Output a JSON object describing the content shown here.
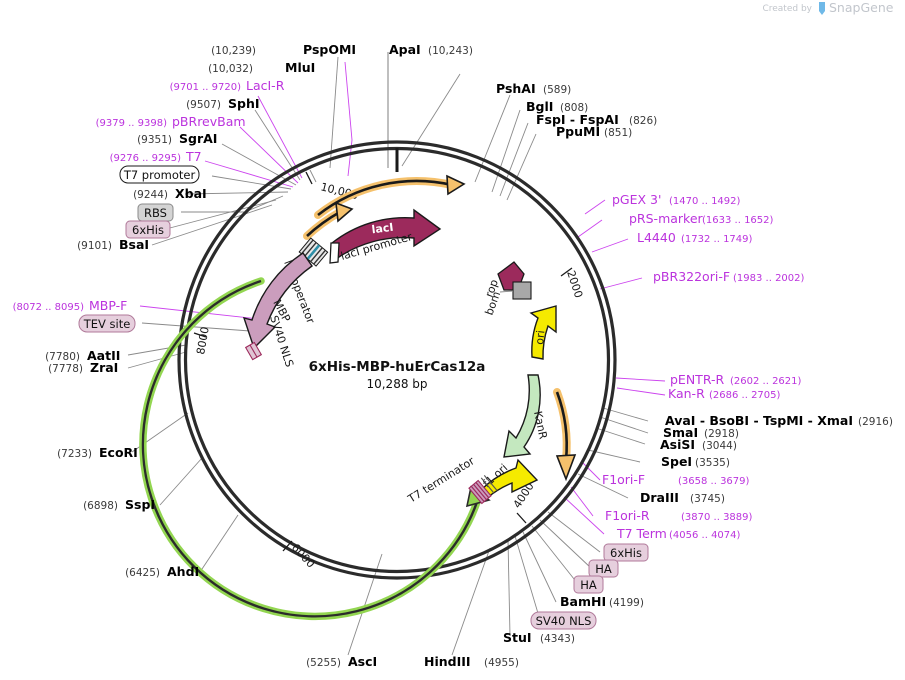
{
  "brand": {
    "created_by": "Created by",
    "name": "SnapGene",
    "logo_icon": "snapgene-logo-icon"
  },
  "plasmid": {
    "name": "6xHis-MBP-huErCas12a",
    "size": "10,288 bp",
    "ruler_ticks": [
      "2000",
      "4000",
      "6000",
      "8000",
      "10,000"
    ]
  },
  "inner_features": [
    {
      "label": "lacI",
      "kind": "arrow-magenta"
    },
    {
      "label": "lacI promoter",
      "kind": "arrow-outline"
    },
    {
      "label": "lac operator",
      "kind": "striped"
    },
    {
      "label": "MBP",
      "kind": "arrow-pink"
    },
    {
      "label": "SV40 NLS",
      "kind": "small-block"
    },
    {
      "label": "rop",
      "kind": "arrow-magenta"
    },
    {
      "label": "bom",
      "kind": "grey-box"
    },
    {
      "label": "ori",
      "kind": "arrow-yellow"
    },
    {
      "label": "KanR",
      "kind": "arrow-green"
    },
    {
      "label": "f1 ori",
      "kind": "arrow-yellow"
    },
    {
      "label": "T7 terminator",
      "kind": "terminator"
    }
  ],
  "tag_boxes": [
    {
      "label": "T7 promoter",
      "style": "outline"
    },
    {
      "label": "RBS",
      "style": "grey"
    },
    {
      "label": "6xHis",
      "style": "pink"
    },
    {
      "label": "TEV site",
      "style": "pink"
    },
    {
      "label": "6xHis",
      "style": "pink"
    },
    {
      "label": "HA",
      "style": "pink"
    },
    {
      "label": "HA",
      "style": "pink"
    },
    {
      "label": "SV40 NLS",
      "style": "pink"
    }
  ],
  "enzymes": [
    {
      "name": "PspOMI",
      "pos": "(10,239)",
      "pos_first": true
    },
    {
      "name": "MluI",
      "pos": "(10,032)",
      "pos_first": true
    },
    {
      "name": "SphI",
      "pos": "(9507)",
      "pos_first": true
    },
    {
      "name": "SgrAI",
      "pos": "(9351)",
      "pos_first": true
    },
    {
      "name": "XbaI",
      "pos": "(9244)",
      "pos_first": true
    },
    {
      "name": "BsaI",
      "pos": "(9101)",
      "pos_first": true
    },
    {
      "name": "AatII",
      "pos": "(7780)",
      "pos_first": true
    },
    {
      "name": "ZraI",
      "pos": "(7778)",
      "pos_first": true
    },
    {
      "name": "EcoRI",
      "pos": "(7233)",
      "pos_first": true
    },
    {
      "name": "SspI",
      "pos": "(6898)",
      "pos_first": true
    },
    {
      "name": "AhdI",
      "pos": "(6425)",
      "pos_first": true
    },
    {
      "name": "AscI",
      "pos": "(5255)",
      "pos_first": true
    },
    {
      "name": "ApaI",
      "pos": "(10,243)",
      "pos_first": false
    },
    {
      "name": "PshAI",
      "pos": "(589)",
      "pos_first": false
    },
    {
      "name": "BglI",
      "pos": "(808)",
      "pos_first": false
    },
    {
      "name": "FspI  - FspAI",
      "pos": "(826)",
      "pos_first": false
    },
    {
      "name": "PpuMI",
      "pos": "(851)",
      "pos_first": false
    },
    {
      "name": "AvaI  - BsoBI  - TspMI  - XmaI",
      "pos": "(2916)",
      "pos_first": false
    },
    {
      "name": "SmaI",
      "pos": "(2918)",
      "pos_first": false
    },
    {
      "name": "AsiSI",
      "pos": "(3044)",
      "pos_first": false
    },
    {
      "name": "SpeI",
      "pos": "(3535)",
      "pos_first": false
    },
    {
      "name": "DraIII",
      "pos": "(3745)",
      "pos_first": false
    },
    {
      "name": "BamHI",
      "pos": "(4199)",
      "pos_first": false
    },
    {
      "name": "StuI",
      "pos": "(4343)",
      "pos_first": false
    },
    {
      "name": "HindIII",
      "pos": "(4955)",
      "pos_first": false
    }
  ],
  "primers": [
    {
      "name": "LacI-R",
      "range": "(9701 .. 9720)",
      "pos_first": true
    },
    {
      "name": "pBRrevBam",
      "range": "(9379 .. 9398)",
      "pos_first": true
    },
    {
      "name": "T7",
      "range": "(9276 .. 9295)",
      "pos_first": true
    },
    {
      "name": "MBP-F",
      "range": "(8072 .. 8095)",
      "pos_first": true
    },
    {
      "name": "pGEX 3'",
      "range": "(1470 .. 1492)",
      "pos_first": false
    },
    {
      "name": "pRS-marker",
      "range": "(1633 .. 1652)",
      "pos_first": false
    },
    {
      "name": "L4440",
      "range": "(1732 .. 1749)",
      "pos_first": false
    },
    {
      "name": "pBR322ori-F",
      "range": "(1983 .. 2002)",
      "pos_first": false
    },
    {
      "name": "pENTR-R",
      "range": "(2602 .. 2621)",
      "pos_first": false
    },
    {
      "name": "Kan-R",
      "range": "(2686 .. 2705)",
      "pos_first": false
    },
    {
      "name": "F1ori-F",
      "range": "(3658 .. 3679)",
      "pos_first": false
    },
    {
      "name": "F1ori-R",
      "range": "(3870 .. 3889)",
      "pos_first": false
    },
    {
      "name": "T7 Term",
      "range": "(4056 .. 4074)",
      "pos_first": false
    }
  ],
  "colors": {
    "primer": "#bb33dd",
    "enzyme": "#000000",
    "backbone": "#2b2b2b",
    "magenta_feature": "#9c2a5c",
    "pink_feature": "#cb9dbd",
    "yellow_feature": "#f5ea00",
    "green_feature": "#c4e8bf",
    "orange_arrow": "#f5c16c",
    "green_arc": "#93d651",
    "grey_box": "#a8a8a8",
    "tag_pink": "#e6cfdd",
    "tag_grey": "#d4d4d4"
  }
}
